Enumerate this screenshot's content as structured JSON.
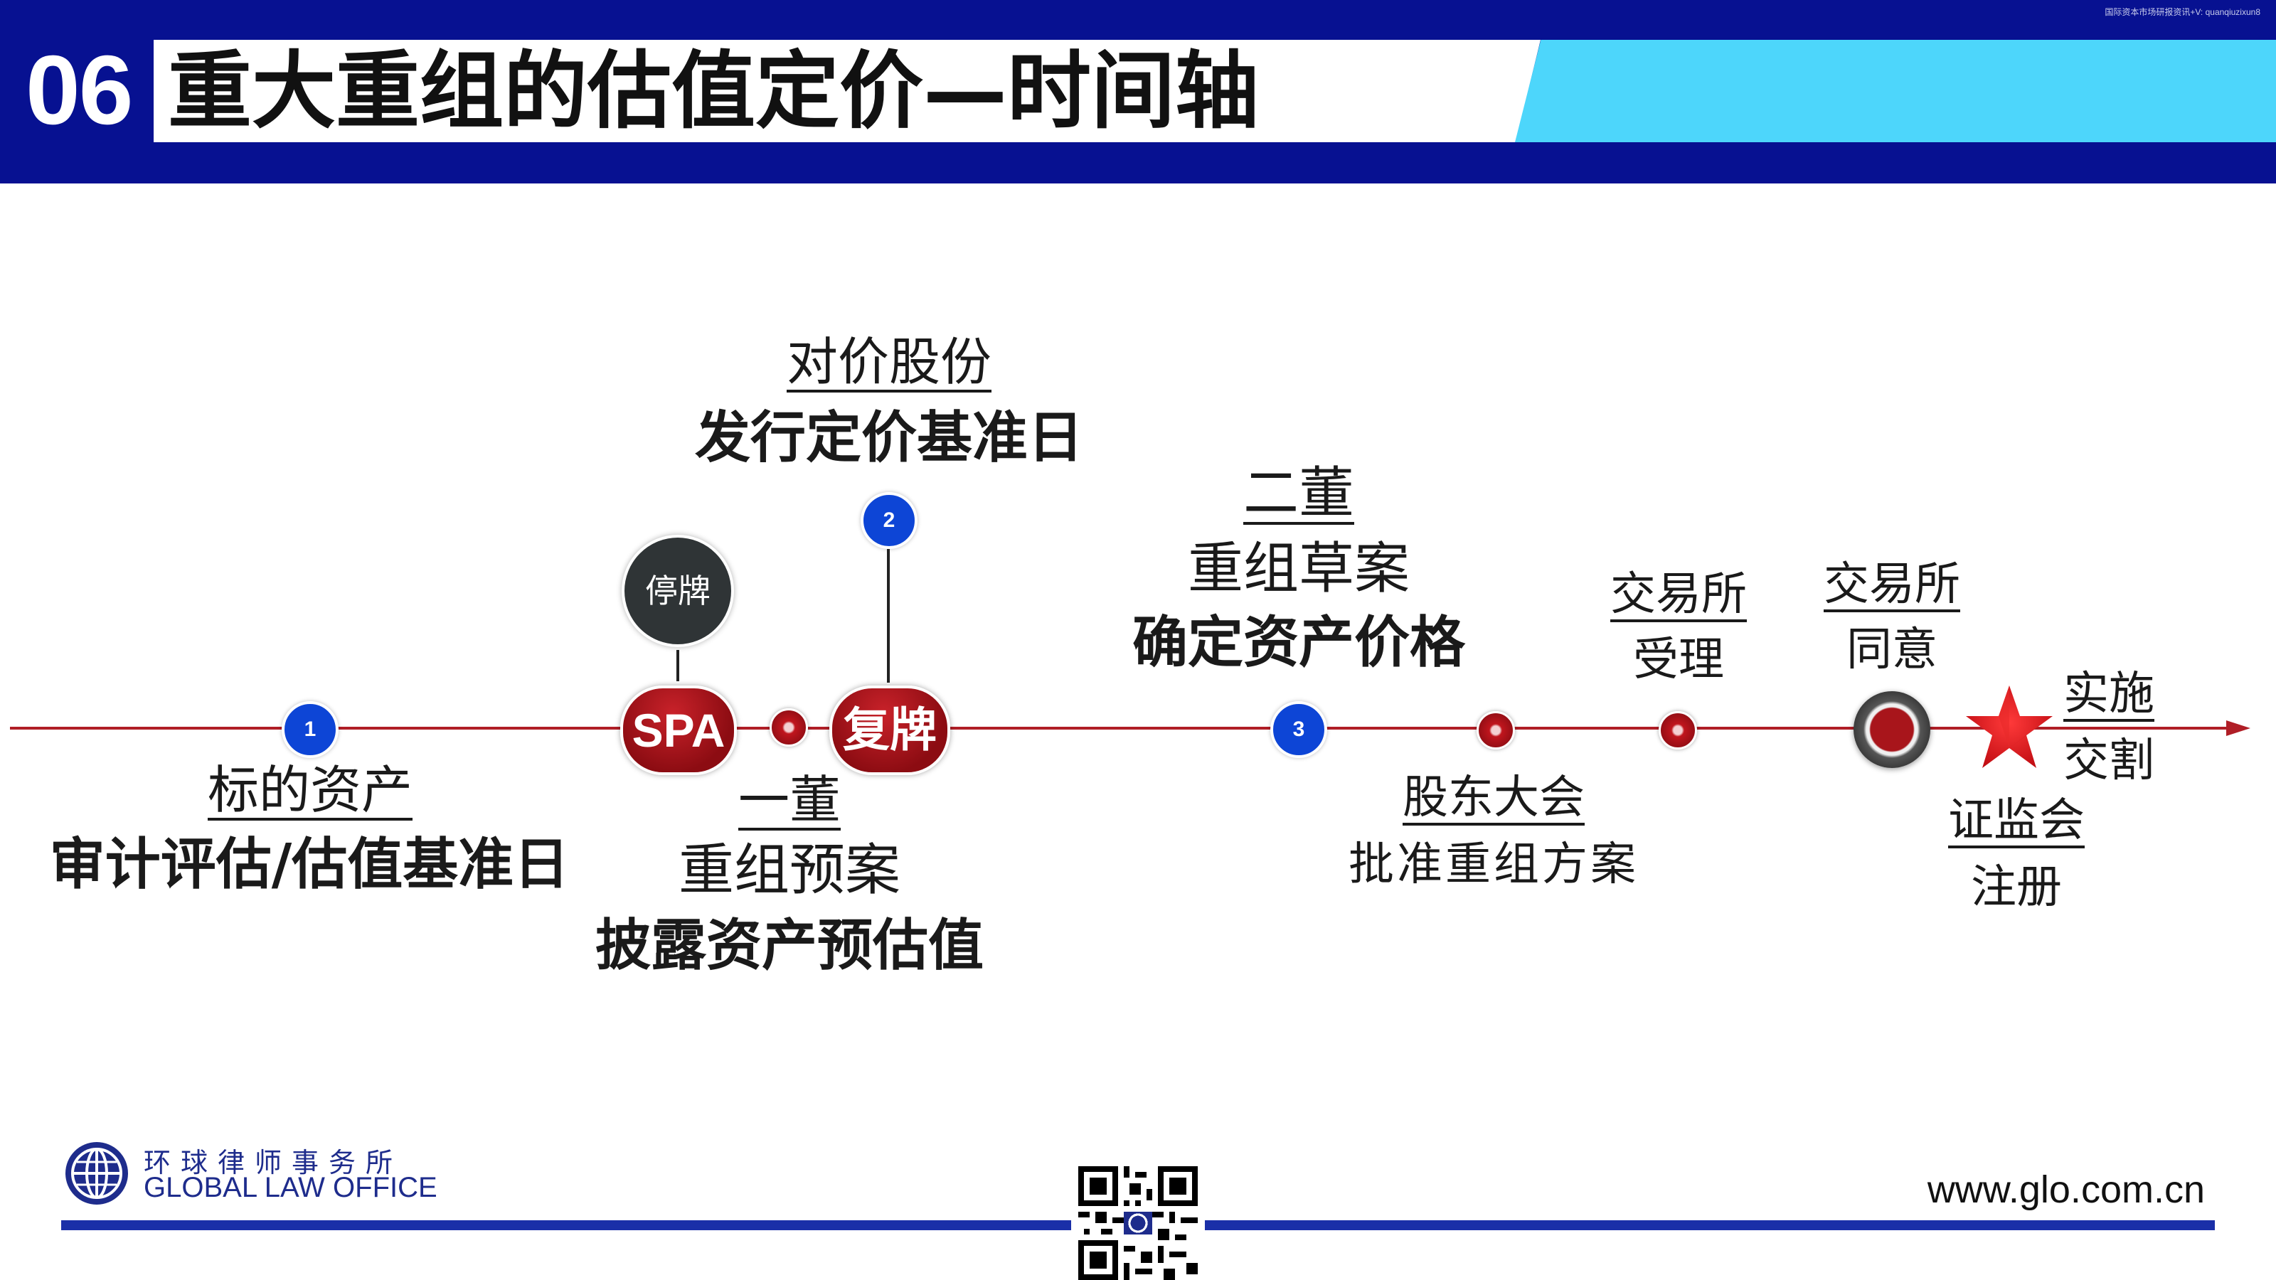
{
  "header": {
    "section_number": "06",
    "title": "重大重组的估值定价—时间轴",
    "watermark": "国际资本市场研报资讯+V: quanqiuzixun8"
  },
  "timeline": {
    "step1": {
      "marker": "1",
      "line1": "标的资产",
      "line2": "审计评估/估值基准日"
    },
    "spa": {
      "badge": "SPA",
      "above": "停牌"
    },
    "board1": {
      "line1": "一董",
      "line2": "重组预案",
      "line3": "披露资产预估值"
    },
    "step2": {
      "marker": "2",
      "line1": "对价股份",
      "line2": "发行定价基准日",
      "badge": "复牌"
    },
    "step3": {
      "marker": "3",
      "line1": "二董",
      "line2": "重组草案",
      "line3": "确定资产价格"
    },
    "shareholders": {
      "line1": "股东大会",
      "line2": "批准重组方案"
    },
    "exchange_accept": {
      "line1": "交易所",
      "line2": "受理"
    },
    "exchange_approve": {
      "line1": "交易所",
      "line2": "同意"
    },
    "csrc": {
      "line1": "证监会",
      "line2": "注册"
    },
    "closing": {
      "line1": "实施",
      "line2": "交割"
    }
  },
  "footer": {
    "logo_cn": "环球律师事务所",
    "logo_en": "GLOBAL LAW OFFICE",
    "website": "www.glo.com.cn"
  },
  "colors": {
    "header_navy": "#071191",
    "header_cyan": "#4dd6fb",
    "timeline_red": "#b01e26",
    "marker_blue": "#0d45d6",
    "footer_blue": "#1a2fa8"
  }
}
